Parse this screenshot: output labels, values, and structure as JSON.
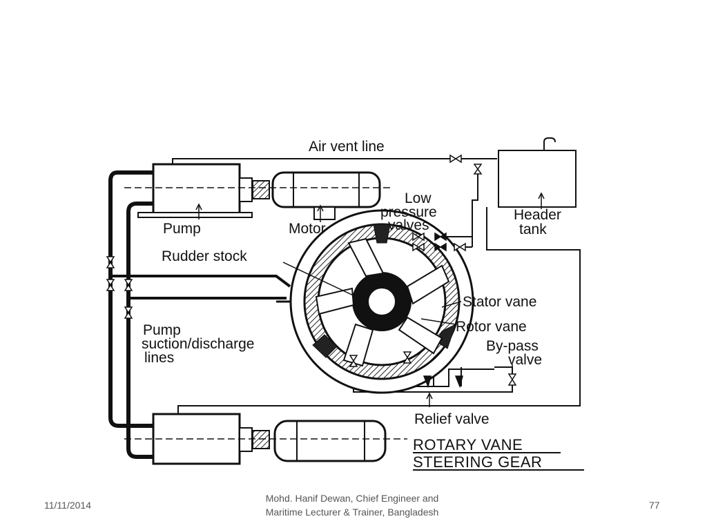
{
  "diagram": {
    "labels": {
      "air_vent_line": "Air vent line",
      "pump": "Pump",
      "motor": "Motor",
      "low_pressure_valves": [
        "Low",
        "pressure",
        "valves"
      ],
      "header_tank": [
        "Header",
        "tank"
      ],
      "rudder_stock": "Rudder stock",
      "stator_vane": "Stator vane",
      "rotor_vane": "Rotor vane",
      "bypass_valve": [
        "By-pass",
        "valve"
      ],
      "pump_lines": [
        "Pump",
        "suction/discharge",
        "lines"
      ],
      "relief_valve": "Relief  valve",
      "title": [
        "ROTARY VANE",
        "STEERING GEAR"
      ]
    }
  },
  "footer": {
    "date": "11/11/2014",
    "author_line1": "Mohd. Hanif Dewan, Chief Engineer and",
    "author_line2": "Maritime Lecturer & Trainer, Bangladesh",
    "page_number": "77"
  }
}
